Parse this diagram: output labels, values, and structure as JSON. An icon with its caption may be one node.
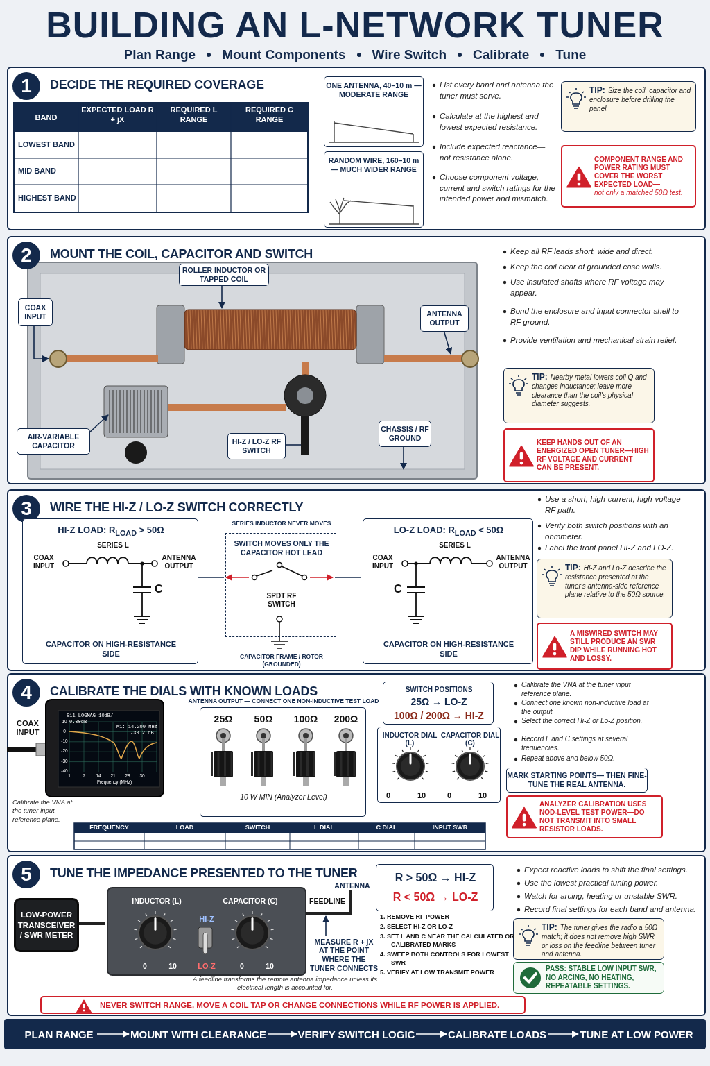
{
  "diagram": {
    "title": "BUILDING AN L-NETWORK TUNER",
    "nodes": [
      {
        "text": [
          "1",
          "DECIDE THE REQUIRED COVERAGE"
        ]
      },
      {
        "text": [
          "ONE ANTENNA, 40–10 m — MODERATE RANGE"
        ],
        "in": 0
      },
      {
        "text": [
          "RANDOM WIRE, 160–10 m — MUCH WIDER RANGE"
        ],
        "in": 0
      },
      {
        "text": [
          "TIP:",
          "Size the coil, capacitor and enclosure before drilling the panel."
        ],
        "in": 0
      },
      {
        "text": [
          "COMPONENT RANGE AND POWER RATING MUST COVER THE WORST EXPECTED LOAD—",
          "not only a matched 50Ω test."
        ],
        "in": 0
      },
      {
        "text": [
          "2",
          "MOUNT THE COIL, CAPACITOR AND SWITCH"
        ]
      },
      {
        "text": [
          "ROLLER INDUCTOR OR TAPPED COIL"
        ],
        "in": 5
      },
      {
        "text": [
          "COAX INPUT"
        ],
        "in": 5
      },
      {
        "text": [
          "ANTENNA OUTPUT"
        ],
        "in": 5
      },
      {
        "text": [
          "AIR-VARIABLE CAPACITOR"
        ],
        "in": 5
      },
      {
        "text": [
          "HI-Z / LO-Z RF SWITCH"
        ],
        "in": 5
      },
      {
        "text": [
          "CHASSIS / RF GROUND"
        ],
        "in": 5
      },
      {
        "text": [
          "TIP:",
          "Nearby metal lowers coil Q and changes inductance; leave more clearance than the coil's physical diameter suggests."
        ],
        "in": 5
      },
      {
        "text": [
          "KEEP HANDS OUT OF AN ENERGIZED OPEN TUNER—HIGH RF VOLTAGE AND CURRENT CAN BE PRESENT."
        ],
        "in": 5
      },
      {
        "text": [
          "3",
          "WIRE THE HI-Z / LO-Z SWITCH CORRECTLY"
        ]
      },
      {
        "text": [
          "HI-Z LOAD: R$_{LOAD}$ > 50Ω",
          "SERIES L",
          "COAX INPUT",
          "ANTENNA OUTPUT",
          "C",
          "CAPACITOR ON HIGH-RESISTANCE SIDE"
        ],
        "in": 14
      },
      {
        "text": [
          "SWITCH MOVES ONLY THE CAPACITOR HOT LEAD",
          "SPDT RF SWITCH"
        ],
        "beside": [
          "SERIES INDUCTOR NEVER MOVES",
          "CAPACITOR FRAME / ROTOR (GROUNDED)"
        ],
        "in": 14
      },
      {
        "text": [
          "LO-Z LOAD: R$_{LOAD}$ < 50Ω",
          "SERIES L",
          "COAX INPUT",
          "ANTENNA OUTPUT",
          "C",
          "CAPACITOR ON HIGH-RESISTANCE SIDE"
        ],
        "in": 14
      },
      {
        "text": [
          "TIP:",
          "Hi-Z and Lo-Z describe the resistance presented at the tuner's antenna-side reference plane relative to the 50Ω source."
        ],
        "in": 14
      },
      {
        "text": [
          "A MISWIRED SWITCH MAY STILL PRODUCE AN SWR DIP WHILE RUNNING HOT AND LOSSY."
        ],
        "in": 14
      },
      {
        "text": [
          "4",
          "CALIBRATE THE DIALS WITH KNOWN LOADS"
        ]
      },
      {
        "text": [
          "25Ω",
          "50Ω",
          "100Ω",
          "200Ω",
          "10 W MIN (Analyzer Level)"
        ],
        "beside": [
          "ANTENNA OUTPUT — CONNECT ONE NON-INDUCTIVE TEST LOAD"
        ],
        "in": 20
      },
      {
        "text": [
          "SWITCH POSITIONS",
          "25Ω → LO-Z",
          "100Ω / 200Ω → HI-Z"
        ],
        "in": 20
      },
      {
        "text": [
          "INDUCTOR DIAL (L)",
          "CAPACITOR DIAL (C)",
          "0",
          "10",
          "0",
          "10"
        ],
        "in": 20
      },
      {
        "text": [
          "MARK STARTING POINTS— THEN FINE-TUNE THE REAL ANTENNA."
        ],
        "in": 20
      },
      {
        "text": [
          "ANALYZER CALIBRATION USES NOD-LEVEL TEST POWER—DO NOT TRANSMIT INTO SMALL RESISTOR LOADS."
        ],
        "in": 20
      },
      {
        "text": [
          "5",
          "TUNE THE IMPEDANCE PRESENTED TO THE TUNER"
        ]
      },
      {
        "text": [
          "LOW-POWER TRANSCEIVER / SWR METER"
        ],
        "in": 26
      },
      {
        "text": [
          "INDUCTOR (L)",
          "CAPACITOR (C)",
          "HI-Z",
          "0",
          "10",
          "LO-Z",
          "0",
          "10"
        ],
        "in": 26
      },
      {
        "text": [
          "ANTENNA"
        ],
        "in": 26
      },
      {
        "text": [
          "MEASURE R + jX AT THE POINT WHERE THE TUNER CONNECTS"
        ],
        "in": 26
      },
      {
        "text": [
          "R > 50Ω → HI-Z",
          "R < 50Ω → LO-Z"
        ],
        "in": 26
      },
      {
        "text": [
          "TIP:",
          "The tuner gives the radio a 50Ω match; it does not remove high SWR or loss on the feedline between tuner and antenna."
        ],
        "in": 26
      },
      {
        "text": [
          "PASS: STABLE LOW INPUT SWR, NO ARCING, NO HEATING, REPEATABLE SETTINGS."
        ],
        "in": 26
      },
      {
        "text": [
          "NEVER SWITCH RANGE, MOVE A COIL TAP OR CHANGE CONNECTIONS WHILE RF POWER IS APPLIED."
        ],
        "in": 26
      },
      {
        "text": [
          "PLAN RANGE"
        ]
      },
      {
        "text": [
          "MOUNT WITH CLEARANCE"
        ]
      },
      {
        "text": [
          "VERIFY SWITCH LOGIC"
        ]
      },
      {
        "text": [
          "CALIBRATE LOADS"
        ]
      },
      {
        "text": [
          "TUNE AT LOW POWER"
        ]
      }
    ],
    "edges": [
      {
        "from": 6,
        "to": null,
        "arrow": "to"
      },
      {
        "from": 7,
        "to": null,
        "arrow": "to"
      },
      {
        "from": 8,
        "to": null,
        "arrow": "to"
      },
      {
        "from": 9,
        "to": null,
        "arrow": "to"
      },
      {
        "from": 10,
        "to": null,
        "arrow": "none"
      },
      {
        "from": 11,
        "to": null,
        "arrow": "to"
      },
      {
        "from": 15,
        "to": 16,
        "arrow": "none"
      },
      {
        "from": 16,
        "to": 17,
        "arrow": "none"
      },
      {
        "from": 27,
        "to": 28,
        "arrow": "none",
        "style": "thick",
        "color": "#222222"
      },
      {
        "from": 28,
        "to": 29,
        "arrow": "none",
        "label": "FEEDLINE",
        "style": "thick",
        "color": "#222222"
      },
      {
        "from": 30,
        "to": null,
        "arrow": "to"
      },
      {
        "from": 35,
        "to": 36,
        "arrow": "to",
        "color": "#ffffff"
      },
      {
        "from": 36,
        "to": 37,
        "arrow": "to",
        "color": "#ffffff"
      },
      {
        "from": 37,
        "to": 38,
        "arrow": "to",
        "color": "#ffffff"
      },
      {
        "from": 38,
        "to": 39,
        "arrow": "to",
        "color": "#ffffff"
      }
    ],
    "labels": [
      "Plan Range",
      "Mount Components",
      "Wire Switch",
      "Calibrate",
      "Tune",
      "BAND",
      "EXPECTED LOAD R + jX",
      "REQUIRED L RANGE",
      "REQUIRED C RANGE",
      "LOWEST BAND",
      "MID BAND",
      "HIGHEST BAND",
      "List every band and antenna the tuner must serve.",
      "Calculate at the highest and lowest expected resistance.",
      "Include expected reactance—not resistance alone.",
      "Choose component voltage, current and switch ratings for the intended power and mismatch.",
      "Keep all RF leads short, wide and direct.",
      "Keep the coil clear of grounded case walls.",
      "Use insulated shafts where RF voltage may appear.",
      "Bond the enclosure and input connector shell to RF ground.",
      "Provide ventilation and mechanical strain relief.",
      "Use a short, high-current, high-voltage RF path.",
      "Verify both switch positions with an ohmmeter.",
      "Label the front panel HI-Z and LO-Z.",
      "COAX INPUT",
      "S11 LOGMAG 10dB/",
      "0.00dB",
      "M1: 14.200 MHz",
      "-33.2 dB",
      "10",
      "0",
      "-10",
      "-20",
      "-30",
      "-40",
      "1",
      "7",
      "14",
      "21",
      "28",
      "30",
      "Frequency (MHz)",
      "Calibrate the VNA at the tuner input reference plane.",
      "Calibrate the VNA at the tuner input reference plane.",
      "Connect one known non-inductive load at the output.",
      "Select the correct Hi-Z or Lo-Z position.",
      "Record L and C settings at several frequencies.",
      "Repeat above and below 50Ω.",
      "FREQUENCY",
      "LOAD",
      "SWITCH",
      "L DIAL",
      "C DIAL",
      "INPUT SWR",
      "A feedline transforms the remote antenna impedance unless its electrical length is accounted for.",
      "1. REMOVE RF POWER",
      "2. SELECT HI-Z OR LO-Z",
      "3. SET L AND C NEAR THE CALCULATED OR CALIBRATED MARKS",
      "4. SWEEP BOTH CONTROLS FOR LOWEST SWR",
      "5. VERIFY AT LOW TRANSMIT POWER",
      "Expect reactive loads to shift the final settings.",
      "Use the lowest practical tuning power.",
      "Watch for arcing, heating or unstable SWR.",
      "Record final settings for each band and antenna."
    ]
  }
}
